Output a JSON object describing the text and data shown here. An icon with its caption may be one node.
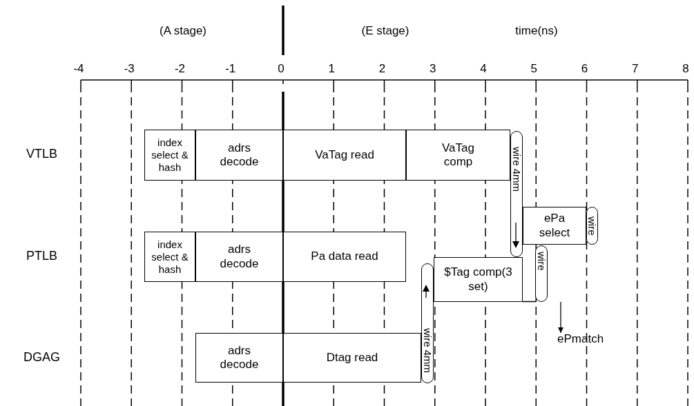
{
  "diagram": {
    "nodes": [
      {
        "text": [
          "index select & hash"
        ]
      },
      {
        "text": [
          "adrs decode"
        ]
      },
      {
        "text": [
          "VaTag read"
        ]
      },
      {
        "text": [
          "VaTag comp"
        ]
      },
      {
        "text": [
          "wire 4mm"
        ]
      },
      {
        "text": [
          "ePa select"
        ]
      },
      {
        "text": [
          "wire"
        ]
      },
      {
        "text": [
          "index select & hash"
        ]
      },
      {
        "text": [
          "adrs decode"
        ]
      },
      {
        "text": [
          "Pa data read"
        ]
      },
      {
        "text": [
          "$Tag comp(3 set)"
        ]
      },
      {
        "text": [
          "wire"
        ]
      },
      {
        "text": [
          "wire 4mm"
        ]
      },
      {
        "text": [
          "adrs decode"
        ]
      },
      {
        "text": [
          "Dtag read"
        ]
      },
      {
        "text": [
          "ePmatch"
        ]
      }
    ],
    "edges": [
      {
        "from": null,
        "to": 15,
        "arrow": "to"
      }
    ],
    "labels": [
      "(A stage)",
      "(E stage)",
      "time(ns)",
      "-4",
      "-3",
      "-2",
      "-1",
      "0",
      "1",
      "2",
      "3",
      "4",
      "5",
      "6",
      "7",
      "8",
      "VTLB",
      "PTLB",
      "DGAG"
    ]
  }
}
